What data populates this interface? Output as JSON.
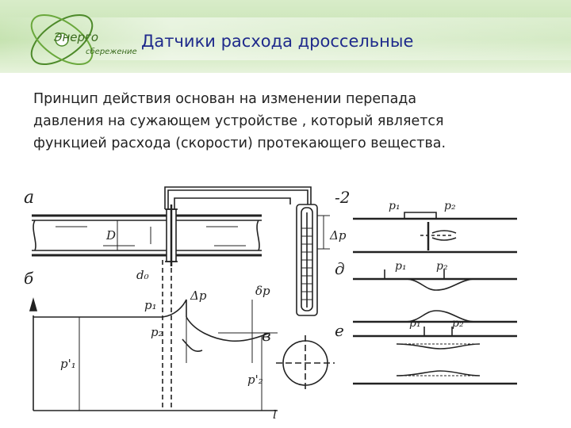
{
  "header": {
    "logo_main": "Энерго",
    "logo_sub": "сбережение",
    "title": "Датчики расхода дроссельные"
  },
  "body": {
    "lines": [
      "Принцип действия основан на изменении перепада",
      "давления на сужающем устройстве , который является",
      "функцией расхода (скорости) протекающего вещества."
    ]
  },
  "diagram": {
    "labels": {
      "a": "а",
      "b": "б",
      "v": "в",
      "g": "-2",
      "d": "д",
      "e": "е",
      "D": "D",
      "d0": "d₀",
      "dp": "Δp",
      "dp2": "Δp",
      "dp3": "δp",
      "p1": "p₁",
      "p2": "p₂",
      "p1p": "p'₁",
      "p2p": "p'₂",
      "l": "l",
      "g_p1": "p₁",
      "g_p2": "p₂",
      "d_p1": "p₁",
      "d_p2": "p₂",
      "e_p1": "p₁",
      "e_p2": "p₂"
    }
  }
}
